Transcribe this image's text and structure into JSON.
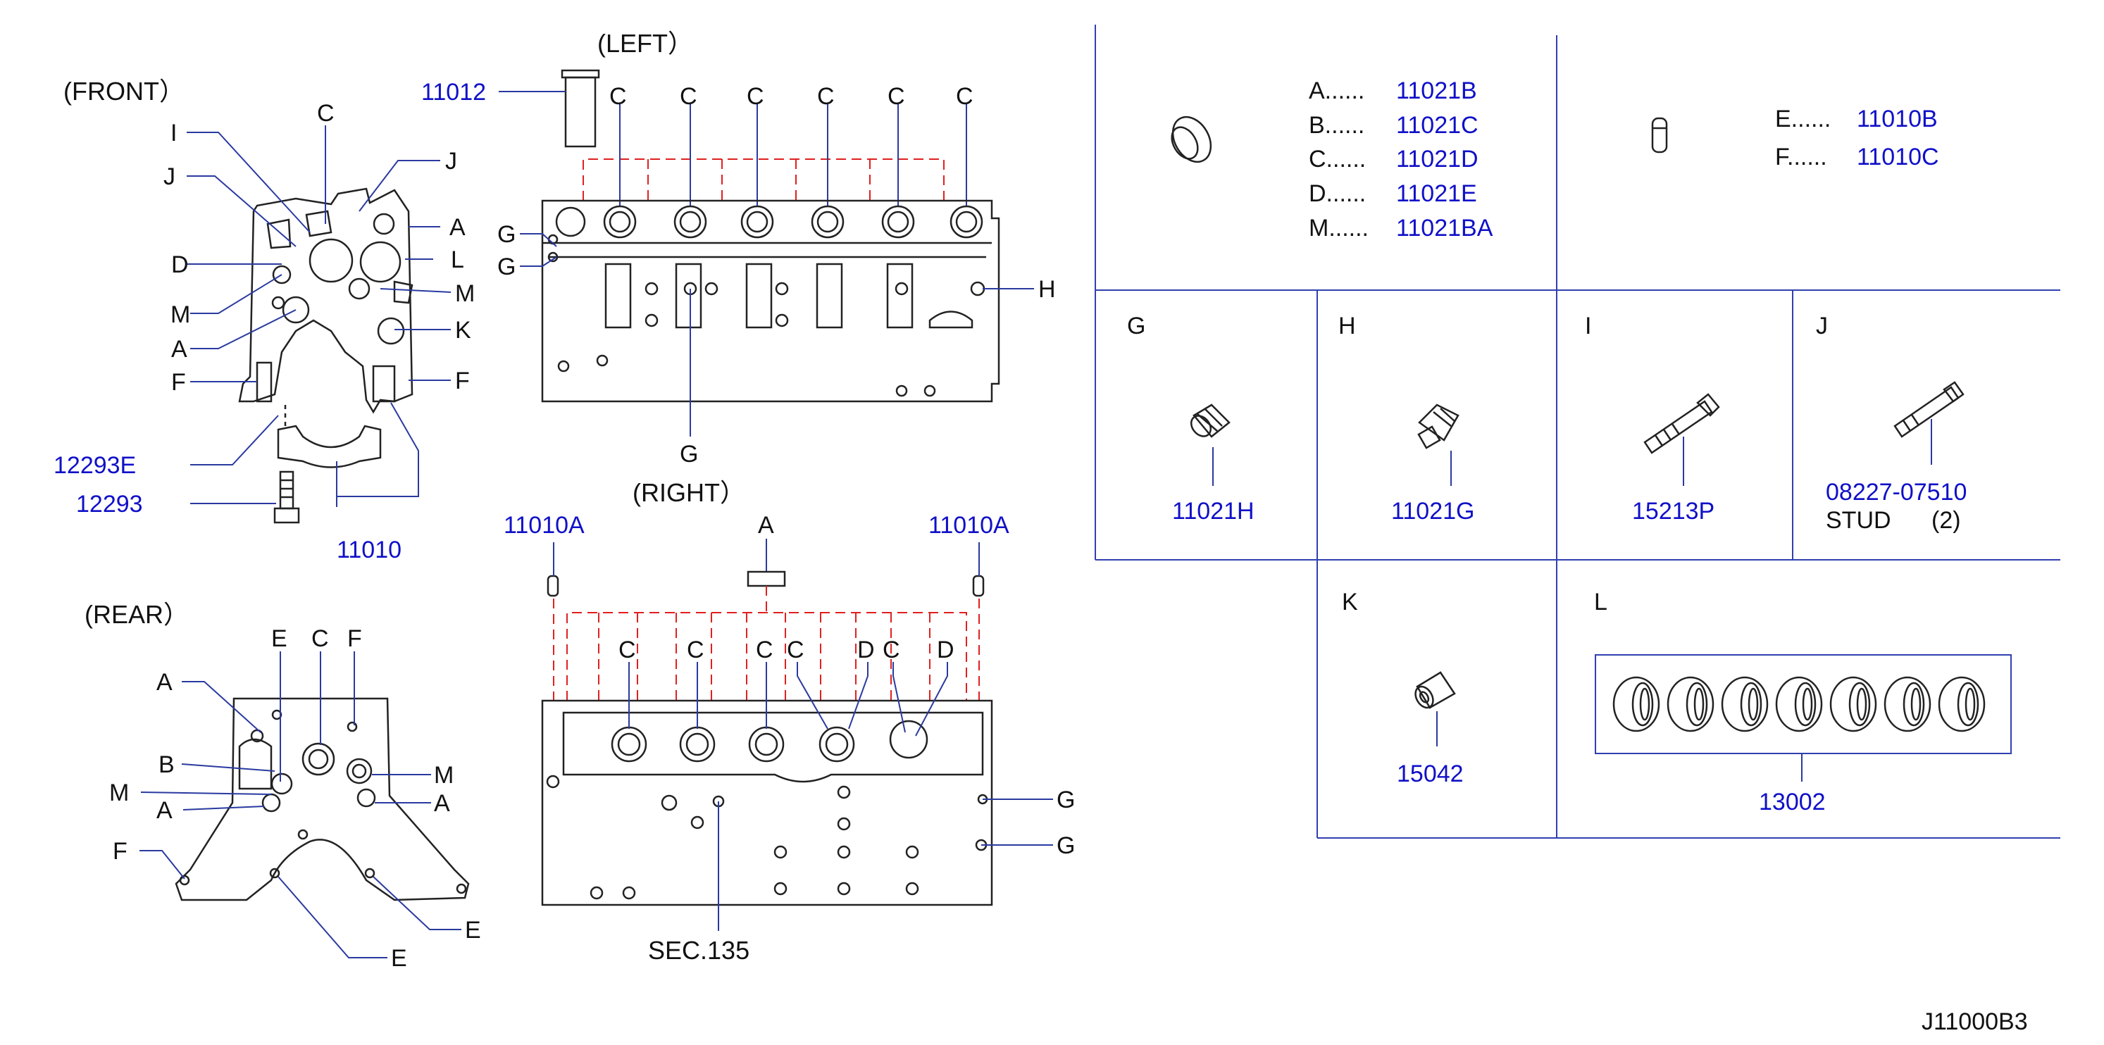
{
  "views": {
    "front": "(FRONT）",
    "left": "(LEFT）",
    "right": "(RIGHT）",
    "rear": "(REAR）"
  },
  "front_callouts": {
    "c": "C",
    "i": "I",
    "j1": "J",
    "j2": "J",
    "a1": "A",
    "d": "D",
    "l": "L",
    "m1": "M",
    "m2": "M",
    "k": "K",
    "a2": "A",
    "f1": "F",
    "f2": "F"
  },
  "front_parts": {
    "p12293e": "12293E",
    "p12293": "12293",
    "p11010": "11010"
  },
  "left_callouts": {
    "p11012": "11012",
    "c": "C",
    "g1": "G",
    "g2": "G",
    "g3": "G",
    "h": "H"
  },
  "right_callouts": {
    "p11010a_1": "11010A",
    "p11010a_2": "11010A",
    "a": "A",
    "c": "C",
    "d": "D",
    "g1": "G",
    "g2": "G",
    "sec": "SEC.135"
  },
  "rear_callouts": {
    "e1": "E",
    "c": "C",
    "f1": "F",
    "a1": "A",
    "b": "B",
    "m1": "M",
    "m2": "M",
    "a2": "A",
    "a3": "A",
    "f2": "F",
    "e2": "E",
    "e3": "E"
  },
  "legend_top_left": {
    "rows": [
      {
        "key": "A......",
        "part": "11021B"
      },
      {
        "key": "B......",
        "part": "11021C"
      },
      {
        "key": "C......",
        "part": "11021D"
      },
      {
        "key": "D......",
        "part": "11021E"
      },
      {
        "key": "M......",
        "part": "11021BA"
      }
    ]
  },
  "legend_top_right": {
    "rows": [
      {
        "key": "E......",
        "part": "11010B"
      },
      {
        "key": "F......",
        "part": "11010C"
      }
    ]
  },
  "cells": {
    "g": {
      "letter": "G",
      "part": "11021H"
    },
    "h": {
      "letter": "H",
      "part": "11021G"
    },
    "i": {
      "letter": "I",
      "part": "15213P"
    },
    "j": {
      "letter": "J",
      "part": "08227-07510",
      "desc": "STUD",
      "qty": "(2)"
    },
    "k": {
      "letter": "K",
      "part": "15042"
    },
    "l": {
      "letter": "L",
      "part": "13002"
    }
  },
  "diagram_code": "J11000B3",
  "colors": {
    "part_number": "#1010c8",
    "leader": "#2a3aa0",
    "dashed": "#e02020"
  }
}
